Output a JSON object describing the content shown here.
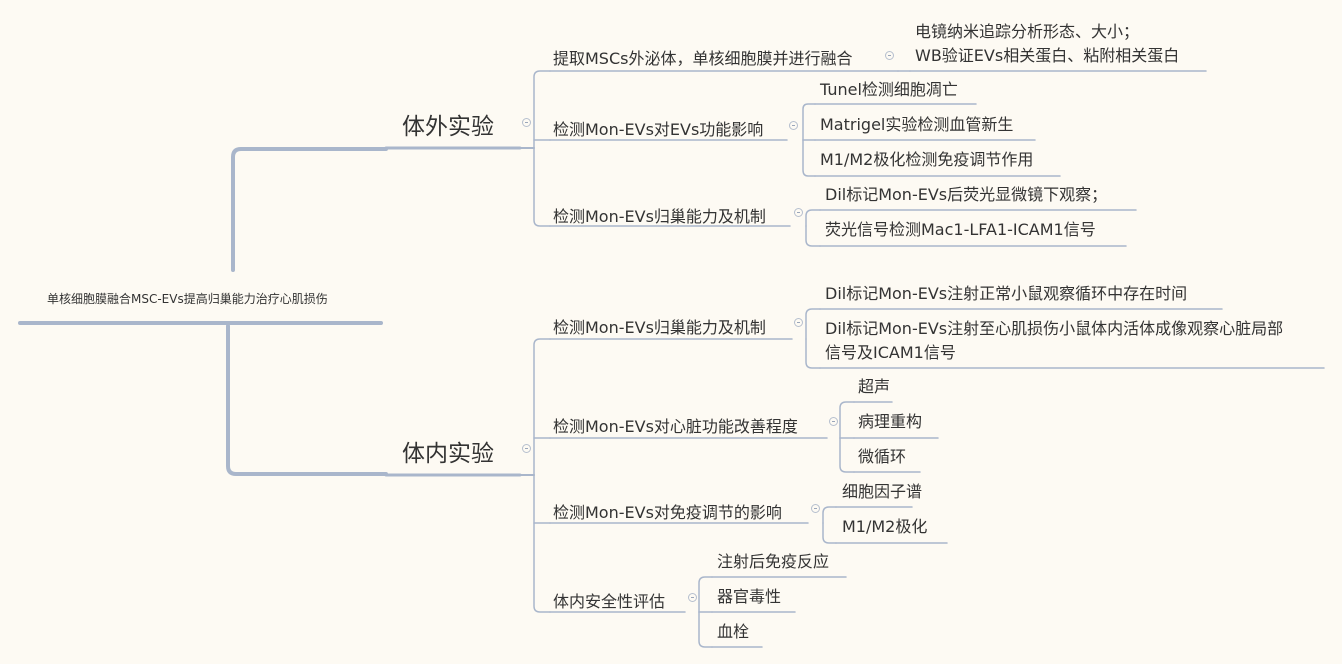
{
  "root": "单核细胞膜融合MSC-EVs提高归巢能力治疗心肌损伤",
  "branches": [
    {
      "label": "体外实验",
      "children": [
        {
          "label": "提取MSCs外泌体，单核细胞膜并进行融合",
          "children": [
            "电镜纳米追踪分析形态、大小；\nWB验证EVs相关蛋白、粘附相关蛋白"
          ]
        },
        {
          "label": "检测Mon-EVs对EVs功能影响",
          "children": [
            "Tunel检测细胞凋亡",
            "Matrigel实验检测血管新生",
            "M1/M2极化检测免疫调节作用"
          ]
        },
        {
          "label": "检测Mon-EVs归巢能力及机制",
          "children": [
            "Dil标记Mon-EVs后荧光显微镜下观察；",
            "荧光信号检测Mac1-LFA1-ICAM1信号"
          ]
        }
      ]
    },
    {
      "label": "体内实验",
      "children": [
        {
          "label": "检测Mon-EVs归巢能力及机制",
          "children": [
            "Dil标记Mon-EVs注射正常小鼠观察循环中存在时间",
            "Dil标记Mon-EVs注射至心肌损伤小鼠体内活体成像观察心脏局部\n信号及ICAM1信号"
          ]
        },
        {
          "label": "检测Mon-EVs对心脏功能改善程度",
          "children": [
            "超声",
            "病理重构",
            "微循环"
          ]
        },
        {
          "label": "检测Mon-EVs对免疫调节的影响",
          "children": [
            "细胞因子谱",
            "M1/M2极化"
          ]
        },
        {
          "label": "体内安全性评估",
          "children": [
            "注射后免疫反应",
            "器官毒性",
            "血栓"
          ]
        }
      ]
    }
  ],
  "colors": {
    "line": "#a9b6cb",
    "background": "#fdfaf3",
    "text": "#333333"
  }
}
